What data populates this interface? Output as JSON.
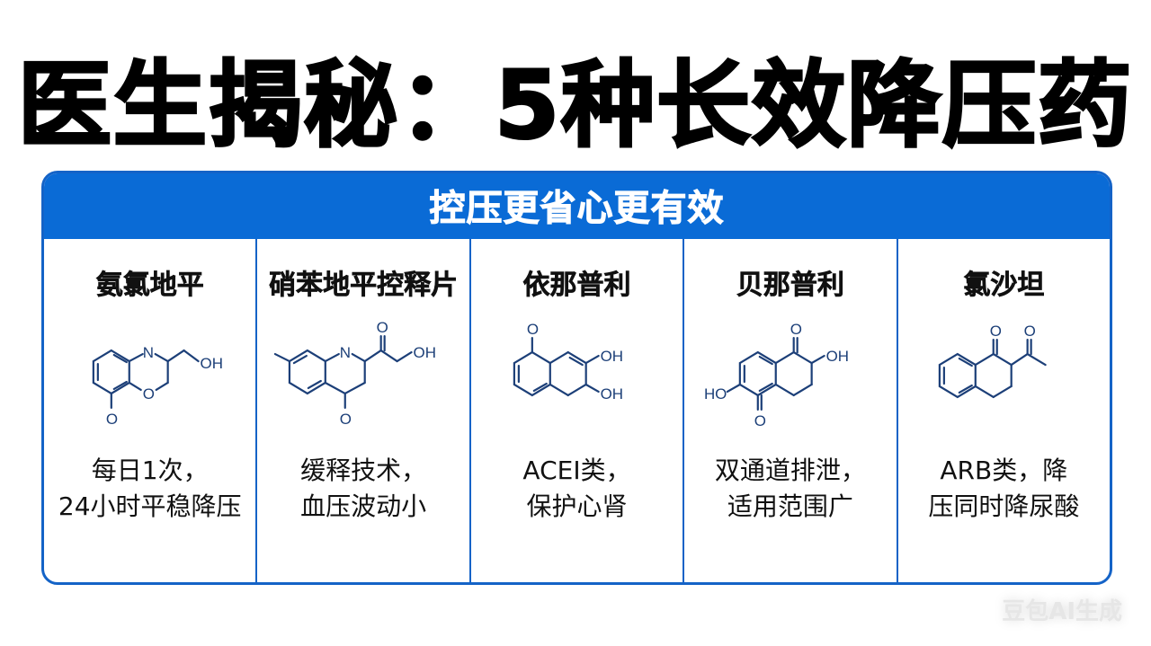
{
  "title": "医生揭秘：5种长效降压药",
  "banner": "控压更省心更有效",
  "colors": {
    "accent_blue": "#0a6bd6",
    "border_blue": "#1463c7",
    "structure_stroke": "#1c3f78"
  },
  "drugs": [
    {
      "name": "氨氯地平",
      "desc_line1": "每日1次，",
      "desc_line2": "24小时平稳降压",
      "structure_labels": {
        "n": "N",
        "oh": "OH",
        "o_ring": "O",
        "o_sub": "O"
      }
    },
    {
      "name": "硝苯地平控释片",
      "desc_line1": "缓释技术，",
      "desc_line2": "血压波动小",
      "structure_labels": {
        "n": "N",
        "o_top": "O",
        "oh": "OH",
        "o_bottom": "O"
      }
    },
    {
      "name": "依那普利",
      "desc_line1": "ACEI类，",
      "desc_line2": "保护心肾",
      "structure_labels": {
        "o_top": "O",
        "oh1": "OH",
        "oh2": "OH"
      }
    },
    {
      "name": "贝那普利",
      "desc_line1": "双通道排泄，",
      "desc_line2": "适用范围广",
      "structure_labels": {
        "o_top": "O",
        "oh_right": "OH",
        "ho_left": "HO",
        "o_bottom": "O"
      }
    },
    {
      "name": "氯沙坦",
      "desc_line1": "ARB类，降",
      "desc_line2": "压同时降尿酸",
      "structure_labels": {
        "o1": "O",
        "o2": "O"
      }
    }
  ],
  "watermark": "豆包AI生成"
}
